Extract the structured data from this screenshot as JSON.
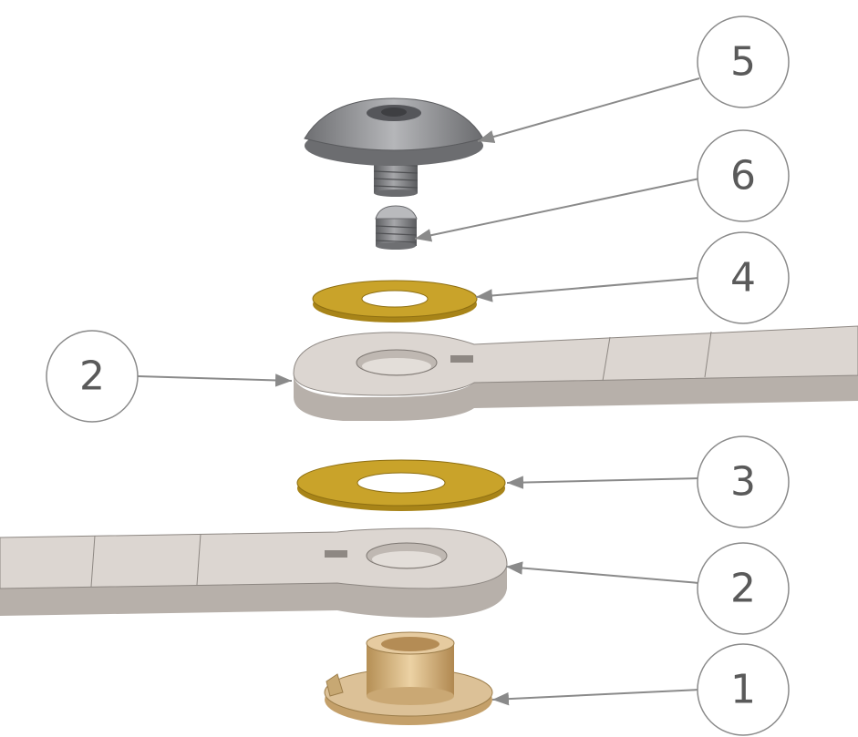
{
  "balloons": [
    {
      "id": "b5",
      "label": "5"
    },
    {
      "id": "b6",
      "label": "6"
    },
    {
      "id": "b4",
      "label": "4"
    },
    {
      "id": "b2top",
      "label": "2"
    },
    {
      "id": "b3",
      "label": "3"
    },
    {
      "id": "b2bot",
      "label": "2"
    },
    {
      "id": "b1",
      "label": "1"
    }
  ],
  "colors": {
    "arm_light": "#dcd6d1",
    "arm_side": "#b7b0aa",
    "washer": "#c9a32a",
    "washer_dark": "#a88418",
    "screw": "#8f9093",
    "bushing": "#d7b887",
    "leader": "#8a8a8a"
  }
}
